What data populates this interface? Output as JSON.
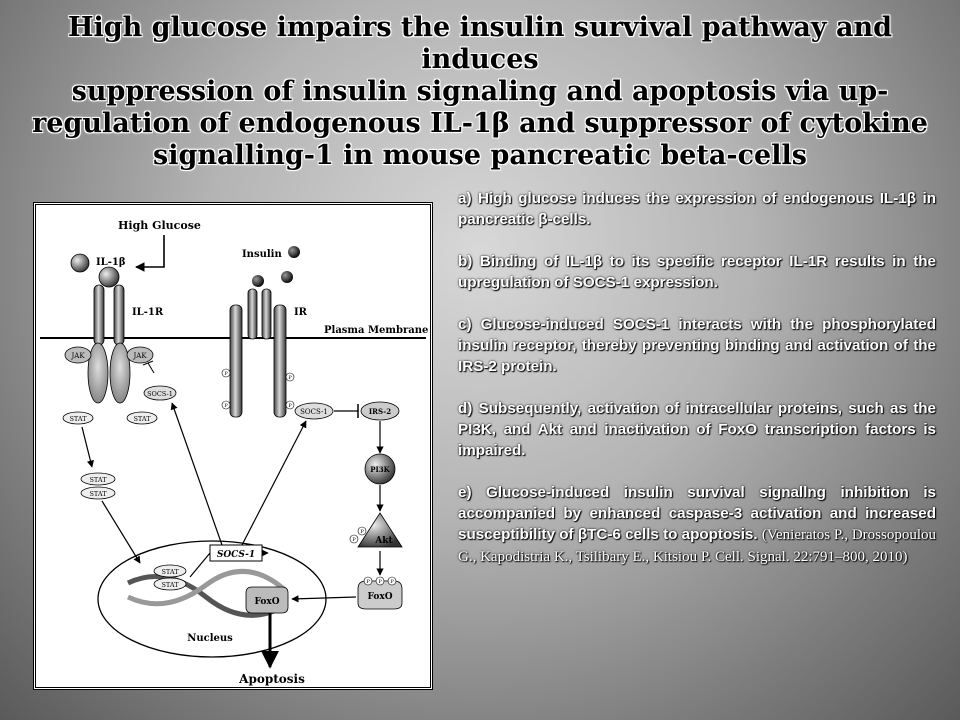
{
  "title": {
    "line1": "High glucose impairs the insulin survival pathway and induces",
    "line2": "suppression of insulin signaling and apoptosis via up-",
    "line3": "regulation of endogenous IL-1β and suppressor of cytokine",
    "line4": "signalling-1 in mouse pancreatic beta-cells"
  },
  "points": {
    "a": "a) High glucose induces the expression of endogenous IL-1β in pancreatic β-cells.",
    "b": "b) Binding of IL-1β to its specific receptor IL-1R results in the upregulation of SOCS-1 expression.",
    "c": "c) Glucose-induced SOCS-1 interacts with the phosphorylated insulin receptor, thereby preventing binding and activation of the IRS-2 protein.",
    "d": "d) Subsequently, activation of intracellular proteins, such as the PI3K, and Akt and inactivation of FoxO transcription factors is impaired.",
    "e": "e) Glucose-induced insulin survival signallng inhibition is accompanied by enhanced caspase-3 activation and increased susceptibility of βTC-6 cells to apoptosis.",
    "citation": "(Venieratos P., Drossopoulou G., Kapodistria K., Tsilibary E., Kitsiou P. Cell. Signal. 22:791–800, 2010)"
  },
  "diagram": {
    "high_glucose": "High Glucose",
    "il1b": "IL-1β",
    "il1r": "IL-1R",
    "insulin": "Insulin",
    "ir": "IR",
    "plasma_membrane": "Plasma Membrane",
    "jak": "JAK",
    "socs1": "SOCS-1",
    "socs1_gene": "SOCS-1",
    "stat": "STAT",
    "irs2": "IRS-2",
    "pi3k": "PI3K",
    "akt": "Akt",
    "foxo": "FoxO",
    "p": "P",
    "nucleus": "Nucleus",
    "apoptosis": "Apoptosis"
  }
}
